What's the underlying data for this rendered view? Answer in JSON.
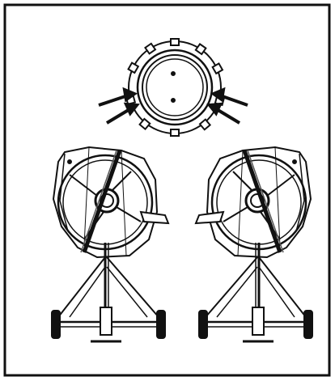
{
  "diagram": {
    "line_color": "#111111",
    "background_color": "#ffffff",
    "parts": {
      "top": "drum-ring-detail",
      "left": "mixer-stand-left",
      "right": "mixer-stand-right"
    }
  }
}
